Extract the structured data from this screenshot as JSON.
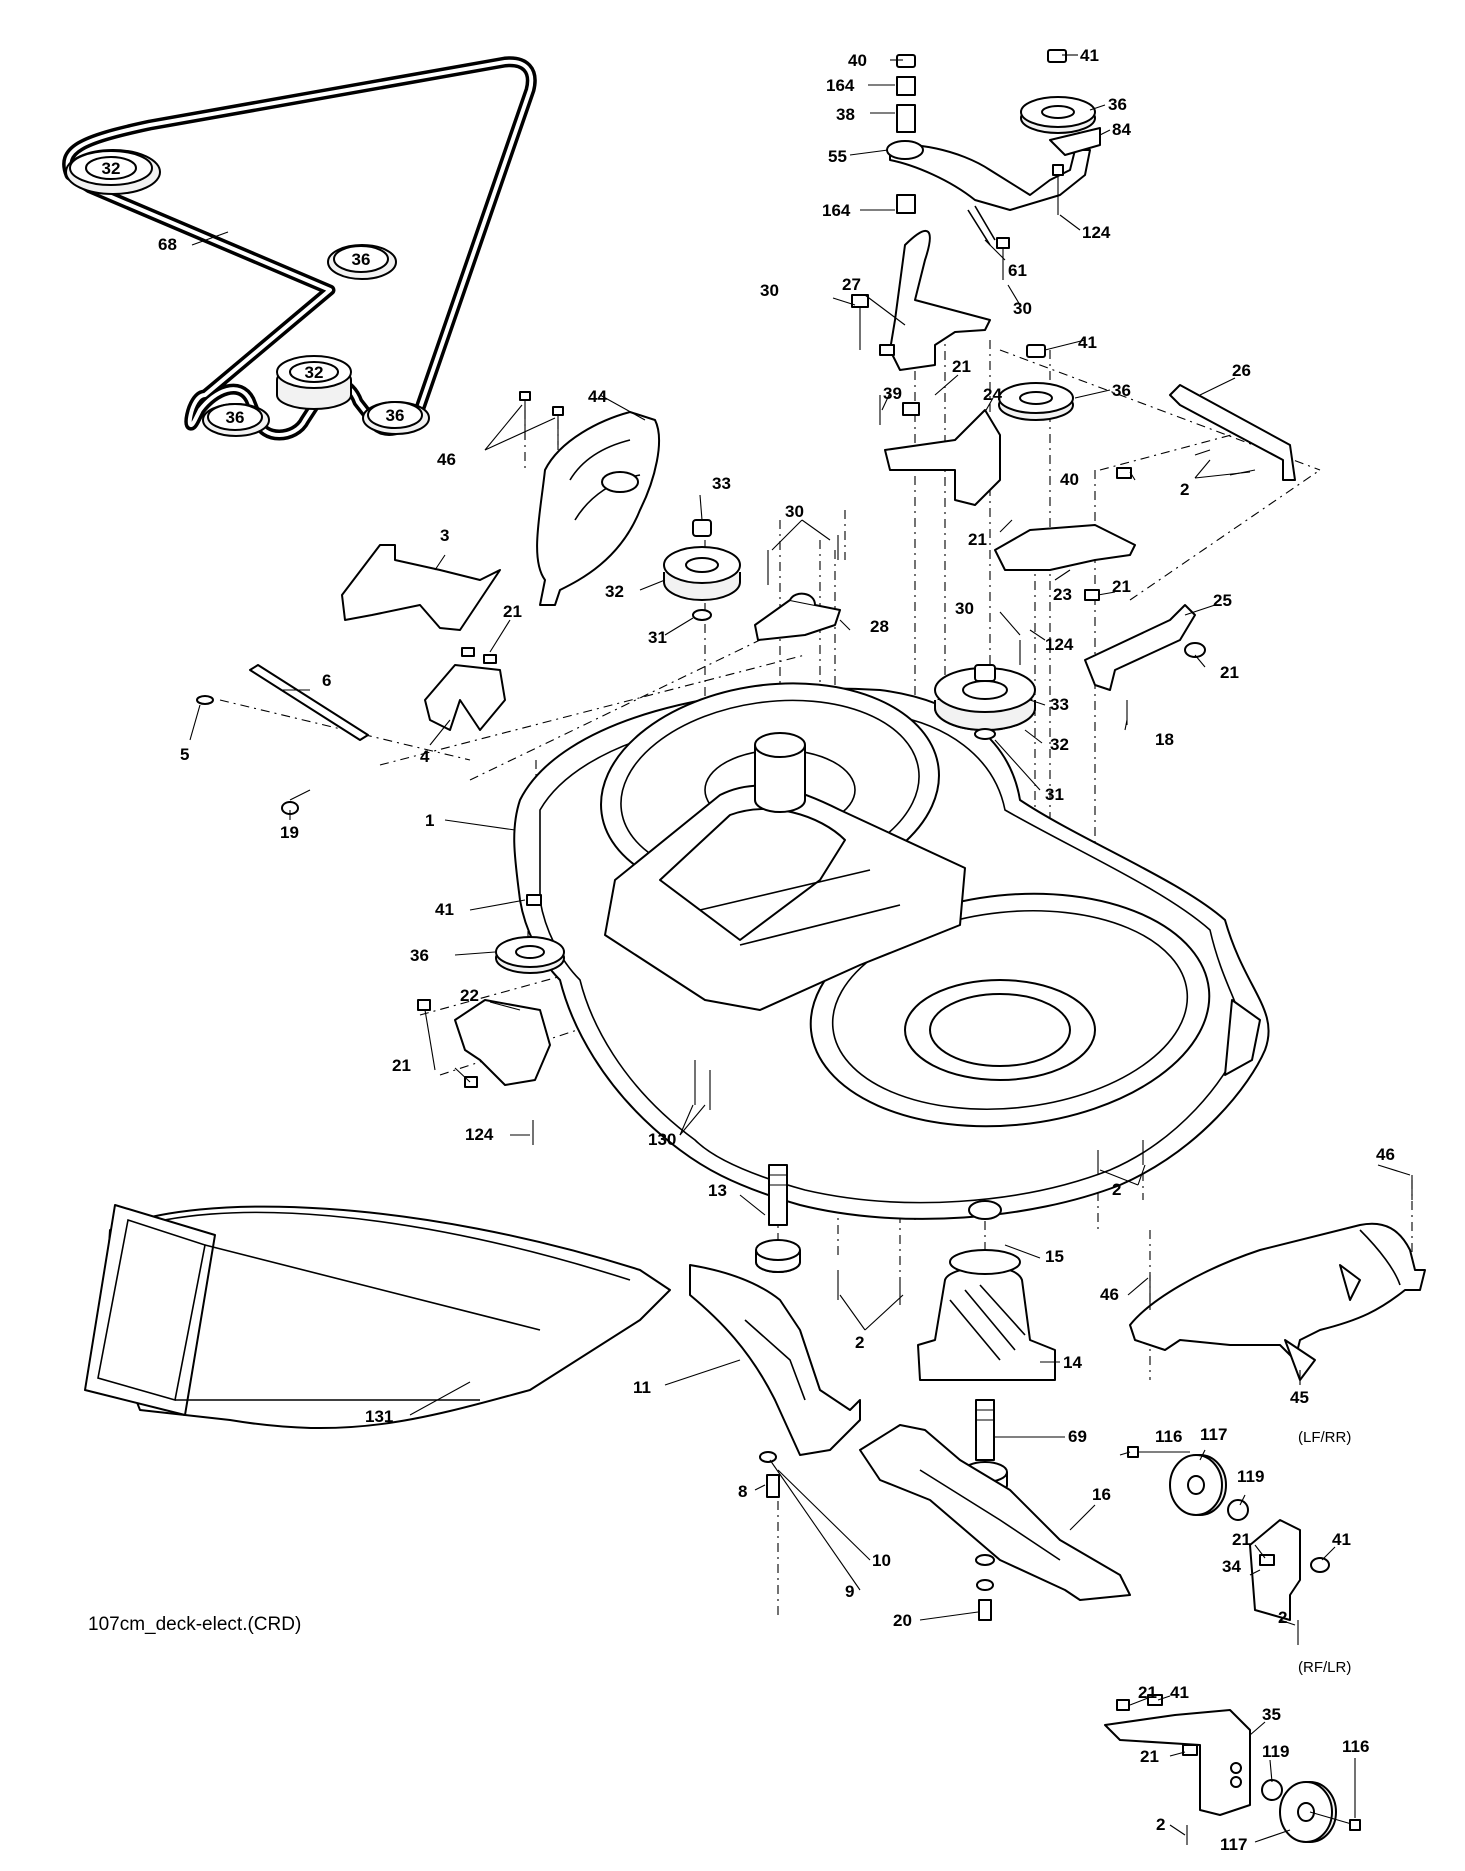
{
  "diagram": {
    "caption": "107cm_deck-elect.(CRD)",
    "variant_labels": {
      "left_front_right_rear": "(LF/RR)",
      "right_front_left_rear": "(RF/LR)"
    },
    "belt_pulleys": [
      "32",
      "36",
      "32",
      "36",
      "36"
    ],
    "callouts": [
      "40",
      "164",
      "38",
      "55",
      "164",
      "41",
      "36",
      "84",
      "124",
      "61",
      "30",
      "27",
      "30",
      "41",
      "36",
      "39",
      "21",
      "24",
      "26",
      "2",
      "40",
      "21",
      "23",
      "21",
      "25",
      "21",
      "30",
      "124",
      "18",
      "44",
      "46",
      "33",
      "30",
      "32",
      "31",
      "28",
      "3",
      "21",
      "6",
      "5",
      "4",
      "19",
      "33",
      "32",
      "31",
      "1",
      "41",
      "36",
      "22",
      "21",
      "124",
      "130",
      "13",
      "11",
      "8",
      "10",
      "9",
      "20",
      "2",
      "15",
      "14",
      "69",
      "16",
      "2",
      "46",
      "46",
      "45",
      "116",
      "117",
      "119",
      "21",
      "41",
      "34",
      "2",
      "21",
      "41",
      "35",
      "21",
      "119",
      "116",
      "2",
      "117",
      "131",
      "68"
    ]
  }
}
